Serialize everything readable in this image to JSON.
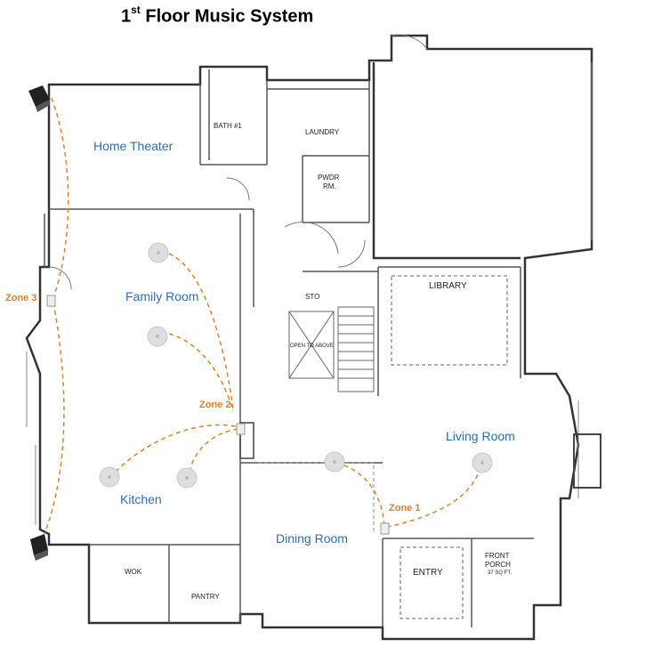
{
  "title": {
    "main": "1",
    "sup": "st",
    "rest": " Floor Music System"
  },
  "rooms": {
    "home_theater": "Home Theater",
    "family_room": "Family Room",
    "kitchen": "Kitchen",
    "dining_room": "Dining Room",
    "living_room": "Living Room"
  },
  "zones": {
    "zone1": "Zone 1",
    "zone2": "Zone 2",
    "zone3": "Zone 3"
  },
  "plan_labels": {
    "bath": "BATH #1",
    "laundry": "LAUNDRY",
    "pwdr": "PWDR",
    "pwdr_rm": "RM.",
    "library": "LIBRARY",
    "sto": "STO",
    "open_to_above": "OPEN TO ABOVE",
    "wok": "WOK",
    "pantry": "PANTRY",
    "entry": "ENTRY",
    "front": "FRONT",
    "porch": "PORCH",
    "sqft": "37 SQ FT."
  },
  "colors": {
    "room_label": "#2a6fb0",
    "zone_label": "#e0802a",
    "speaker_fill": "#d9d9d9",
    "wire": "#e0802a"
  }
}
